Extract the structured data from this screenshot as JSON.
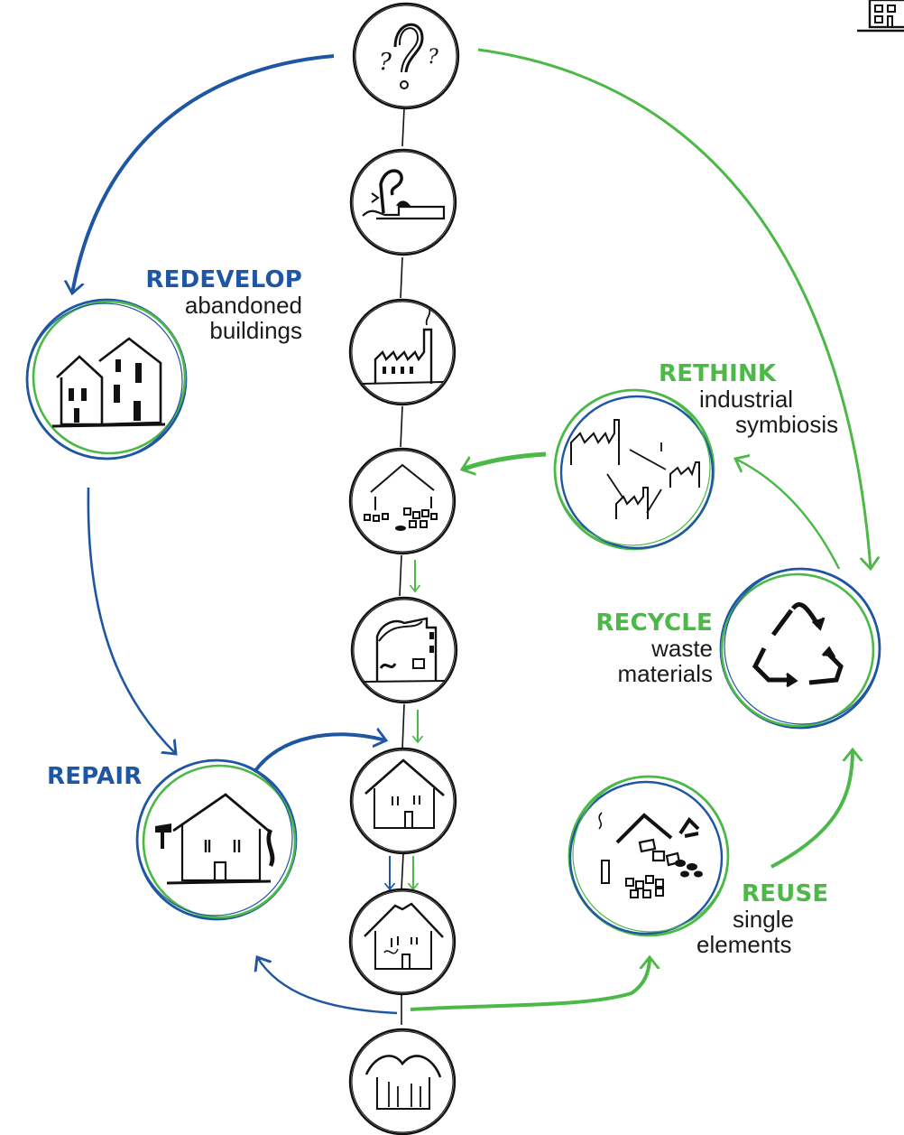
{
  "colors": {
    "blue": "#1f56a3",
    "green": "#4cb848",
    "ink": "#111111"
  },
  "labels": {
    "redevelop": {
      "title": "REDEVELOP",
      "line1": "abandoned",
      "line2": "buildings"
    },
    "rethink": {
      "title": "RETHINK",
      "line1": "industrial",
      "line2": "symbiosis"
    },
    "recycle": {
      "title": "RECYCLE",
      "line1": "waste",
      "line2": "materials"
    },
    "repair": {
      "title": "REPAIR"
    },
    "reuse": {
      "title": "REUSE",
      "line1": "single",
      "line2": "elements"
    }
  },
  "icons": {
    "timeline": [
      "question-marks-icon",
      "excavator-icon",
      "factory-icon",
      "collapsed-building-rubble-icon",
      "damaged-building-icon",
      "house-icon",
      "worn-house-icon",
      "ruined-house-icon"
    ],
    "cycle": [
      "abandoned-buildings-icon",
      "industrial-symbiosis-icon",
      "recycle-arrows-icon",
      "repaired-house-icon",
      "debris-elements-icon"
    ],
    "corner": "building-logo-icon"
  }
}
